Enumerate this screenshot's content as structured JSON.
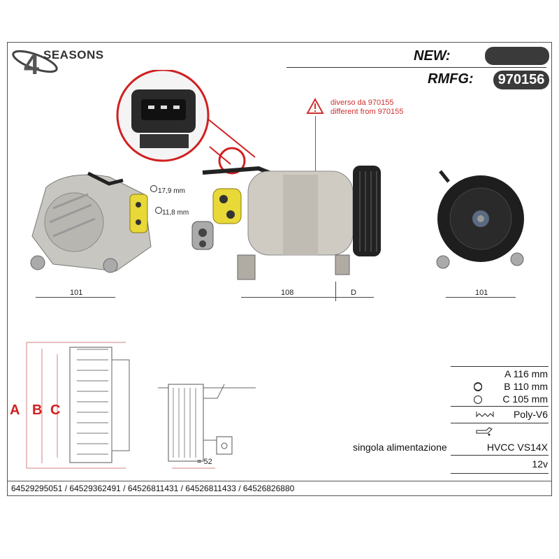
{
  "brand": {
    "logo_text": "SEASONS",
    "logo_digit": "4"
  },
  "header": {
    "new_label": "NEW:",
    "rmfg_label": "RMFG:",
    "rmfg_value": "970156"
  },
  "warning": {
    "line1": "diverso da 970155",
    "line2": "different from 970155"
  },
  "dimensions": {
    "d1": "17,9 mm",
    "d2": "11,8 mm",
    "width_left": "101",
    "width_body": "108",
    "d_label": "D",
    "width_right": "101",
    "drawing_width": "= 52",
    "labels": [
      "A",
      "B",
      "C"
    ]
  },
  "specs": {
    "a": "A 116 mm",
    "b": "B 110 mm",
    "c": "C 105 mm",
    "pulley": "Poly-V6",
    "supply_label": "singola alimentazione",
    "oil": "HVCC VS14X",
    "voltage": "12v"
  },
  "part_numbers": "64529295051 / 64529362491 / 64526811431 / 64526811433 / 64526826880",
  "colors": {
    "dark": "#3a3a3a",
    "accent": "#d02020",
    "yellow_fitting": "#e8d838"
  }
}
